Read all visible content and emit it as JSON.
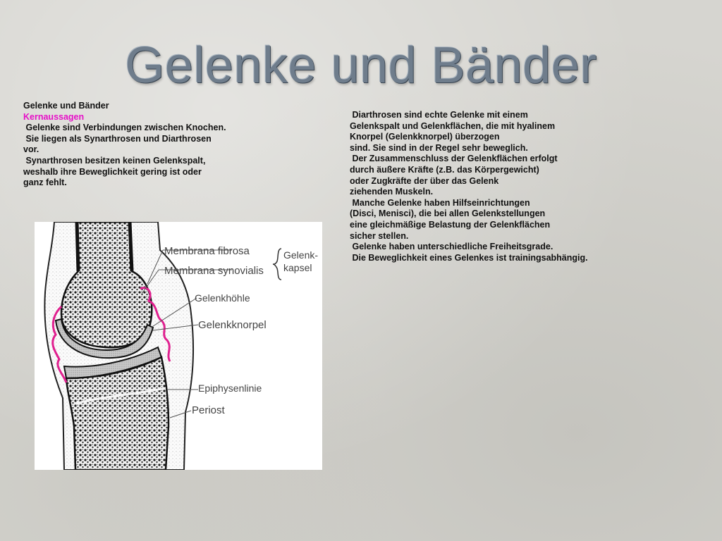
{
  "slide": {
    "title": "Gelenke und Bänder",
    "left_block": {
      "heading": "Gelenke und Bänder",
      "subheading": "Kernaussagen",
      "lines": [
        " Gelenke sind Verbindungen zwischen Knochen.",
        " Sie liegen als Synarthrosen und Diarthrosen",
        "vor.",
        " Synarthrosen besitzen keinen Gelenkspalt,",
        "weshalb ihre Beweglichkeit gering ist oder",
        "ganz fehlt."
      ]
    },
    "right_block": {
      "lines": [
        " Diarthrosen sind echte Gelenke mit einem",
        "Gelenkspalt und Gelenkflächen, die mit hyalinem",
        "Knorpel (Gelenkknorpel) überzogen",
        "sind. Sie sind in der Regel sehr beweglich.",
        " Der Zusammenschluss der Gelenkflächen erfolgt",
        "durch äußere Kräfte (z.B. das Körpergewicht)",
        "oder Zugkräfte der über das Gelenk",
        "ziehenden Muskeln.",
        " Manche Gelenke haben Hilfseinrichtungen",
        "(Disci, Menisci), die bei allen Gelenkstellungen",
        "eine gleichmäßige Belastung der Gelenkflächen",
        "sicher stellen.",
        " Gelenke haben unterschiedliche Freiheitsgrade.",
        " Die Beweglichkeit eines Gelenkes ist trainingsabhängig."
      ]
    },
    "figure": {
      "labels": {
        "membrana_fibrosa": "Membrana  fibrosa",
        "membrana_synovialis": "Membrana  synovialis",
        "gelenkkapsel_1": "Gelenk-",
        "gelenkkapsel_2": "kapsel",
        "gelenkhoehle": "Gelenkhöhle",
        "gelenkknorpel": "Gelenkknorpel",
        "epiphysenlinie": "Epiphysenlinie",
        "periost": "Periost"
      }
    },
    "colors": {
      "title": "#6f7d8c",
      "subheading": "#e610c8",
      "synovialis": "#e0208f"
    }
  }
}
